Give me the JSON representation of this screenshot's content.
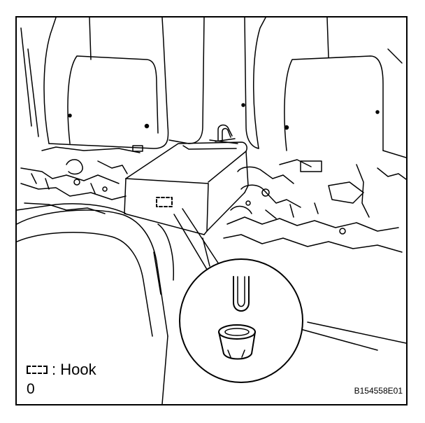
{
  "legend": {
    "symbol_icon": "dashed-rectangle-hook-symbol",
    "label": ": Hook"
  },
  "page_number": "0",
  "figure_id": "B154558E01",
  "colors": {
    "line": "#000000",
    "background": "#ffffff"
  }
}
